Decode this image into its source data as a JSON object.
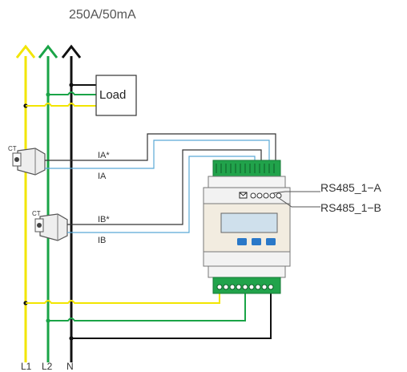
{
  "title": "250A/50mA",
  "load_label": "Load",
  "ct_top_label": "CT",
  "ct_bottom_label": "CT",
  "ia_star": "IA*",
  "ia": "IA",
  "ib_star": "IB*",
  "ib": "IB",
  "rs485_a": "RS485_1−A",
  "rs485_b": "RS485_1−B",
  "line_labels": {
    "l1": "L1",
    "l2": "L2",
    "n": "N"
  },
  "colors": {
    "l1": "#f2e500",
    "l2": "#1aa447",
    "n": "#111111",
    "signal": "#5aa9d6",
    "terminal": "#21a34b",
    "screen": "#cfe0ec",
    "button": "#2a78c8"
  },
  "icons": [
    "arrow-up-icon",
    "envelope-icon"
  ]
}
